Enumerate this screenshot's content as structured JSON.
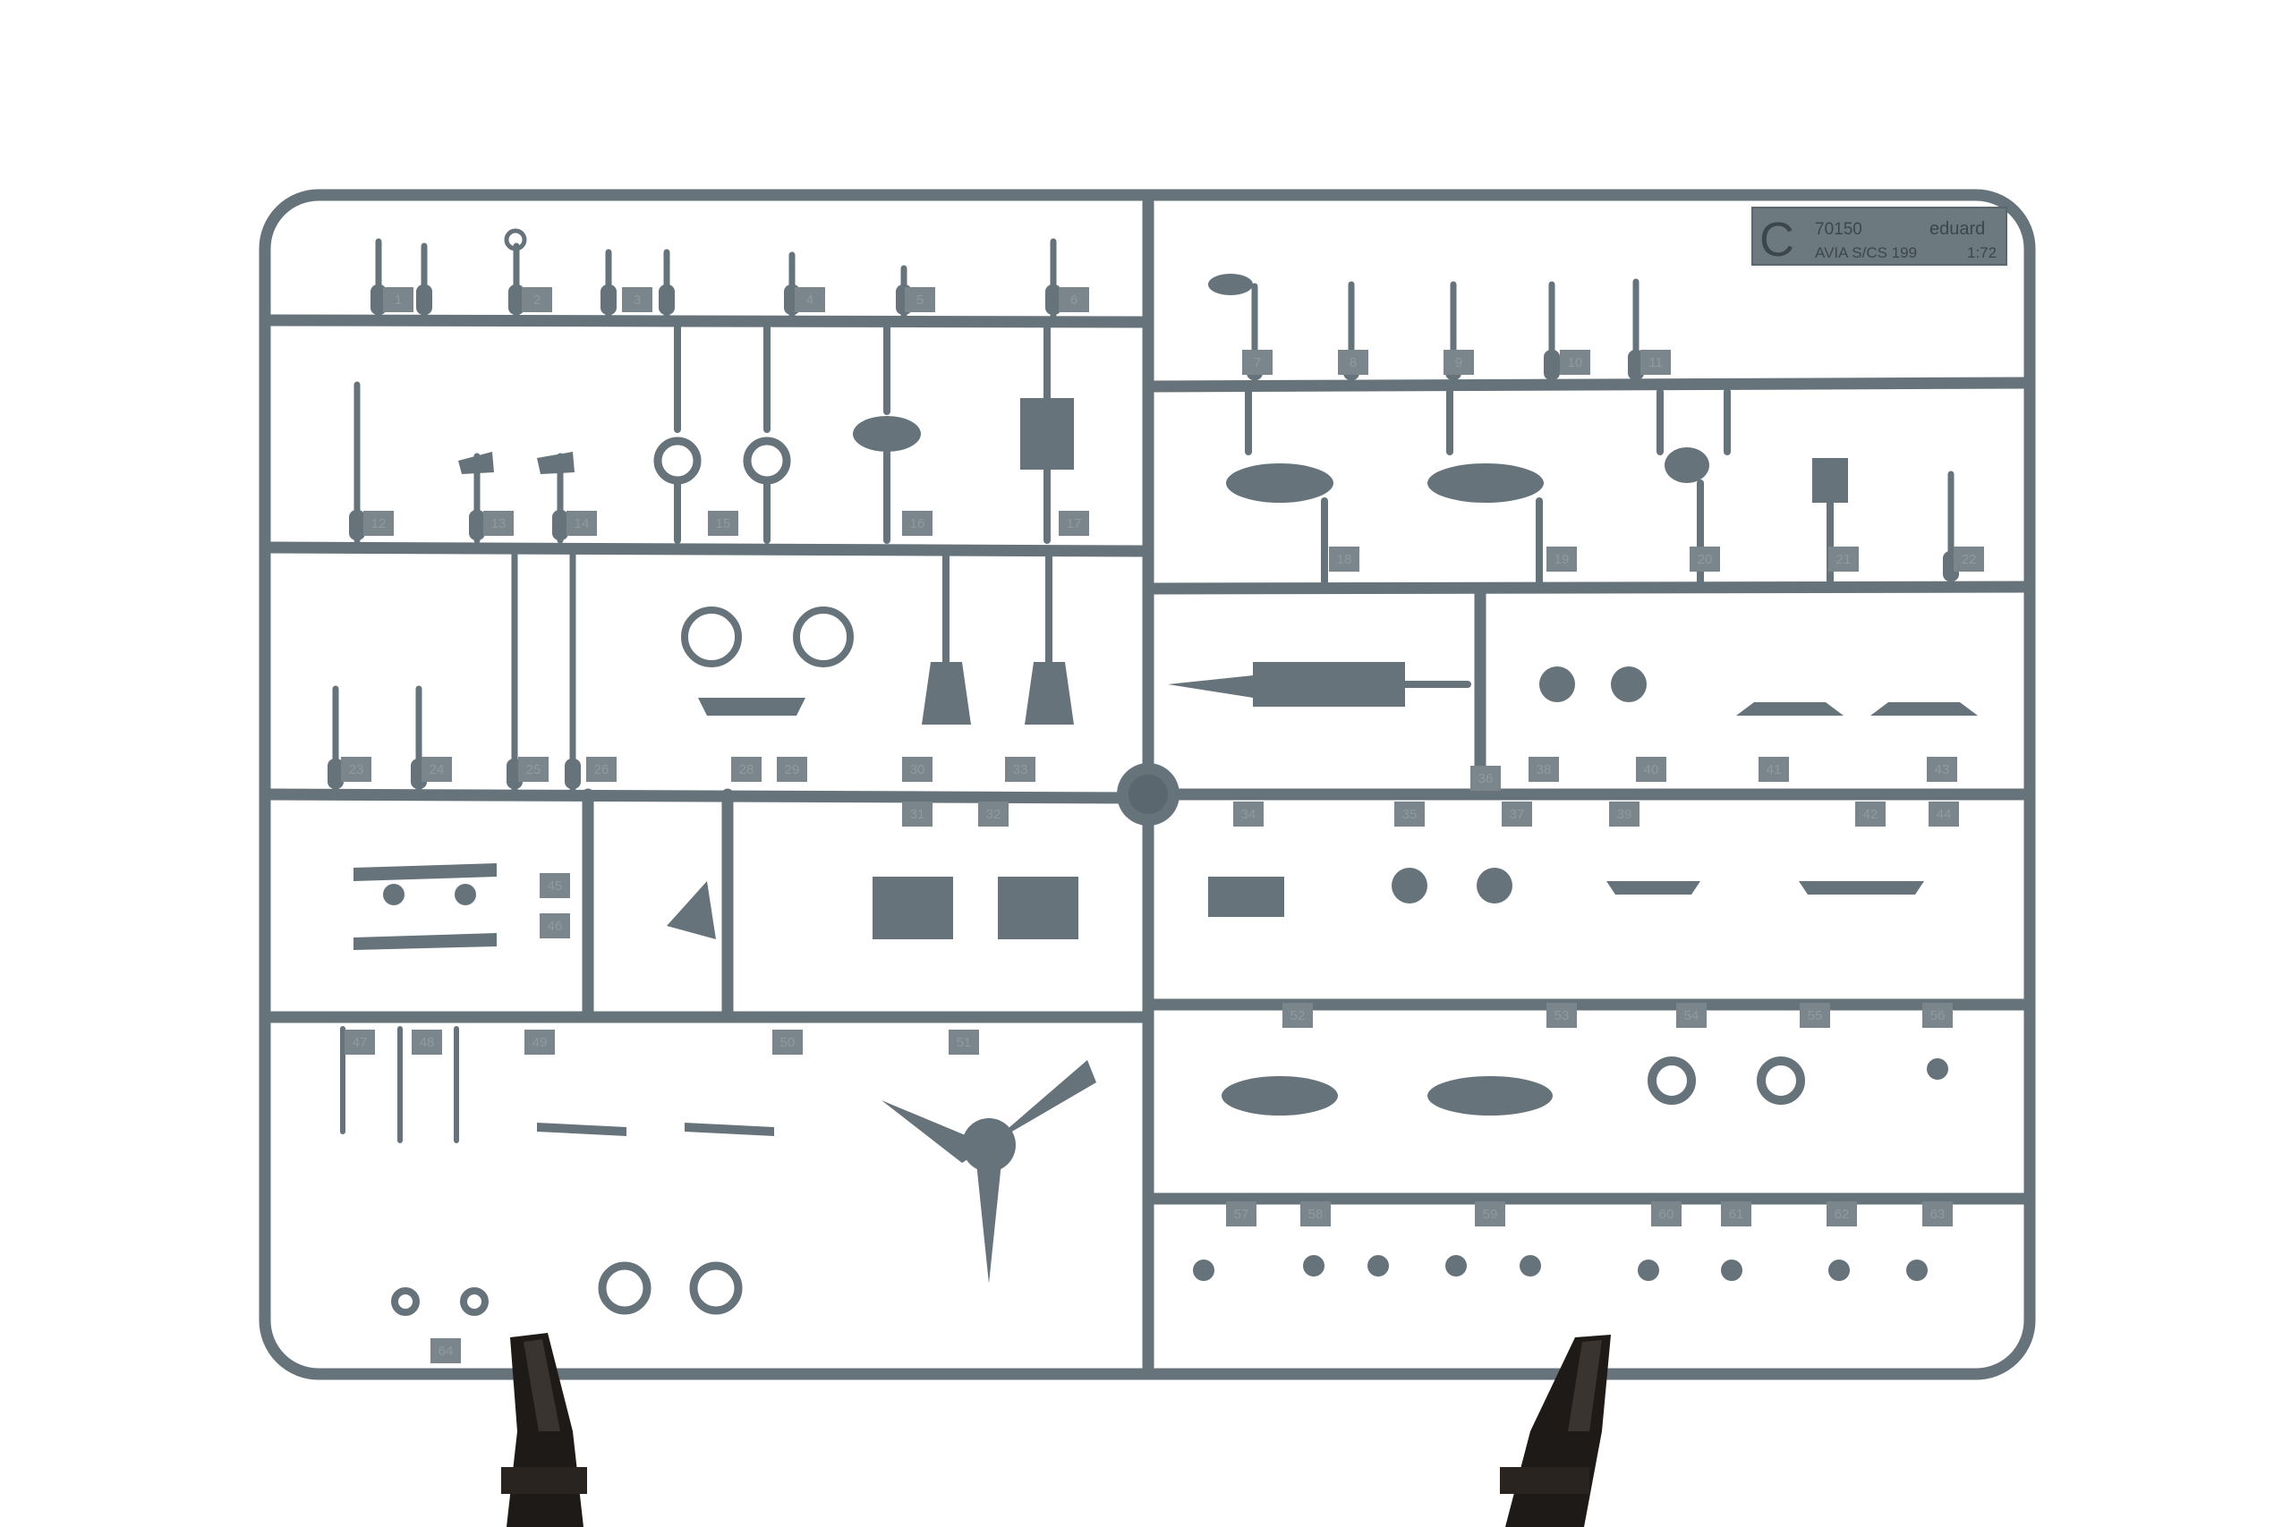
{
  "photo": {
    "subject": "sprue",
    "colors": {
      "background": "#ffffff",
      "plastic": "#66737a",
      "plastic_dark": "#4f5b62",
      "label": "#7a868c",
      "clip": "#1e1a18"
    }
  },
  "tag": {
    "letter": "C",
    "code": "70150",
    "brand": "eduard",
    "model": "AVIA S/CS 199",
    "scale": "1:72"
  },
  "part_numbers": [
    "1",
    "2",
    "3",
    "4",
    "5",
    "6",
    "7",
    "8",
    "9",
    "10",
    "11",
    "12",
    "13",
    "14",
    "15",
    "16",
    "17",
    "18",
    "19",
    "20",
    "21",
    "22",
    "23",
    "24",
    "25",
    "26",
    "28",
    "29",
    "30",
    "31",
    "32",
    "33",
    "34",
    "35",
    "36",
    "37",
    "38",
    "39",
    "40",
    "41",
    "42",
    "43",
    "44",
    "45",
    "46",
    "47",
    "48",
    "49",
    "50",
    "51",
    "52",
    "53",
    "54",
    "55",
    "56",
    "57",
    "58",
    "59",
    "60",
    "61",
    "62",
    "63",
    "64"
  ]
}
